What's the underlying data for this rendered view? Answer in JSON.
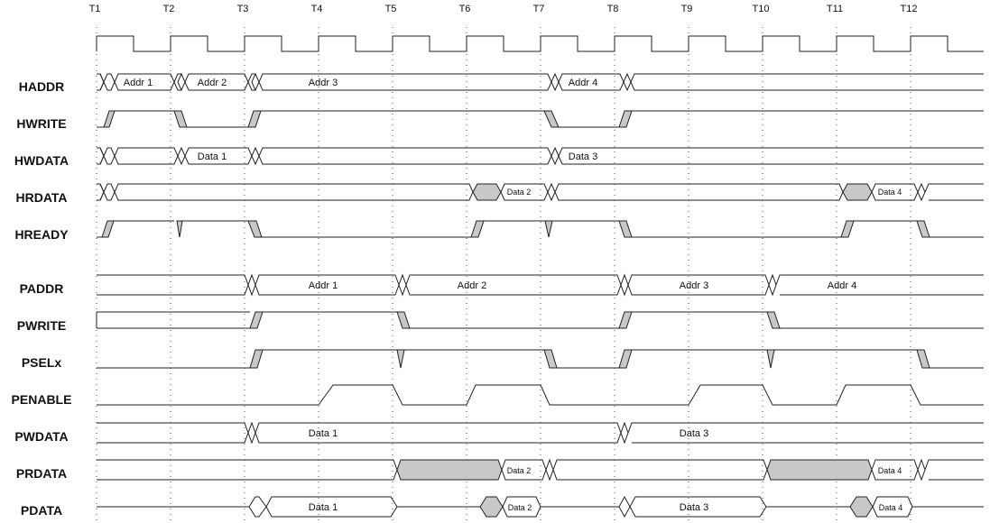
{
  "ticks": [
    "T1",
    "T2",
    "T3",
    "T4",
    "T5",
    "T6",
    "T7",
    "T8",
    "T9",
    "T10",
    "T11",
    "T12"
  ],
  "signals": [
    {
      "id": "clk",
      "label": ""
    },
    {
      "id": "haddr",
      "label": "HADDR"
    },
    {
      "id": "hwrite",
      "label": "HWRITE"
    },
    {
      "id": "hwdata",
      "label": "HWDATA"
    },
    {
      "id": "hrdata",
      "label": "HRDATA"
    },
    {
      "id": "hready",
      "label": "HREADY"
    },
    {
      "id": "paddr",
      "label": "PADDR"
    },
    {
      "id": "pwrite",
      "label": "PWRITE"
    },
    {
      "id": "psel",
      "label": "PSELx"
    },
    {
      "id": "penable",
      "label": "PENABLE"
    },
    {
      "id": "pwdata",
      "label": "PWDATA"
    },
    {
      "id": "prdata",
      "label": "PRDATA"
    },
    {
      "id": "pdata",
      "label": "PDATA"
    }
  ],
  "bus_labels": {
    "haddr": [
      "Addr 1",
      "Addr 2",
      "Addr 3",
      "Addr 4"
    ],
    "hwdata": [
      "Data 1",
      "Data 3"
    ],
    "hrdata": [
      "Data 2",
      "Data 4"
    ],
    "paddr": [
      "Addr 1",
      "Addr 2",
      "Addr 3",
      "Addr 4"
    ],
    "pwdata": [
      "Data 1",
      "Data 3"
    ],
    "prdata": [
      "Data 2",
      "Data 4"
    ],
    "pdata": [
      "Data 1",
      "Data 2",
      "Data 3",
      "Data 4"
    ]
  },
  "colors": {
    "shade": "#c8c8c8",
    "line": "#222222"
  }
}
